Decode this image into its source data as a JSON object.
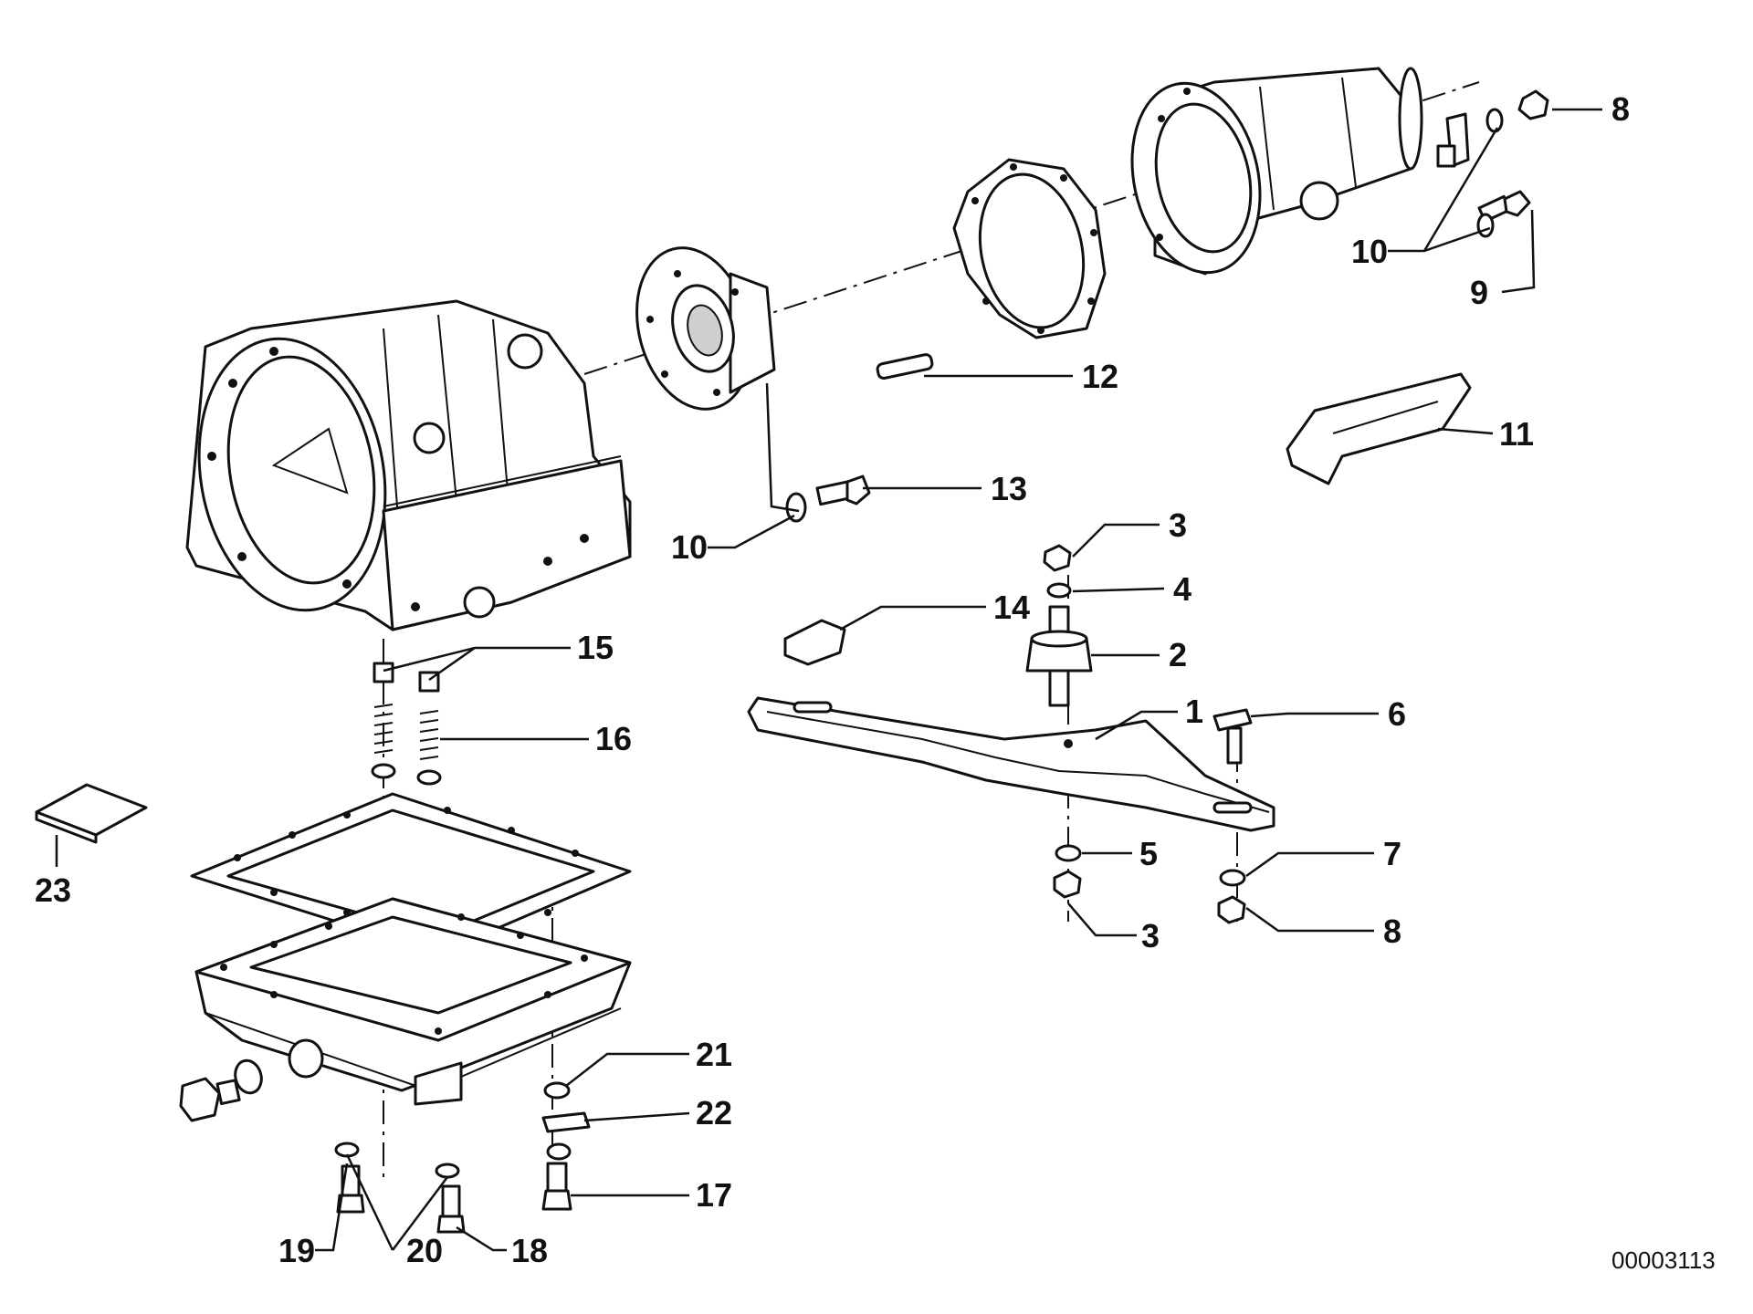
{
  "diagram": {
    "callouts": {
      "c1": "1",
      "c2": "2",
      "c3a": "3",
      "c3b": "3",
      "c4": "4",
      "c5": "5",
      "c6": "6",
      "c7": "7",
      "c8a": "8",
      "c8b": "8",
      "c9": "9",
      "c10a": "10",
      "c10b": "10",
      "c11": "11",
      "c12": "12",
      "c13": "13",
      "c14": "14",
      "c15": "15",
      "c16": "16",
      "c17": "17",
      "c18": "18",
      "c19": "19",
      "c20": "20",
      "c21": "21",
      "c22": "22",
      "c23": "23"
    },
    "drawing_number": "00003113"
  }
}
